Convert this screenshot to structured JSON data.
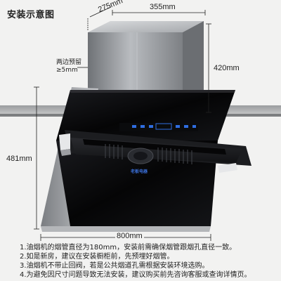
{
  "title": "安装示意图",
  "dimensions": {
    "chimney_depth": "275mm",
    "chimney_width": "355mm",
    "chimney_height": "420mm",
    "hood_height": "481mm",
    "hood_width": "800mm"
  },
  "side_gap_note": {
    "line1": "两边预留",
    "line2": "≥5mm"
  },
  "brand_label": "老板电器",
  "notes": [
    "1.油烟机的烟管直径为180mm，安装前需确保烟管跟烟孔直径一致。",
    "2.如是新房，建议在安装橱柜前，先预埋好烟管。",
    "3.油烟机不带止回阀，若是公共烟道孔需根据安装环境选购。",
    "4.为避免因尺寸问题导致无法安装，建议购买前先咨询客服或查询详情页。"
  ],
  "colors": {
    "background": "#f2f2f1",
    "hood_glass": "#0b0b0d",
    "chimney": "#8c8f93",
    "brand_blue": "#3a6fd8",
    "display_blue": "#2f6de0"
  }
}
